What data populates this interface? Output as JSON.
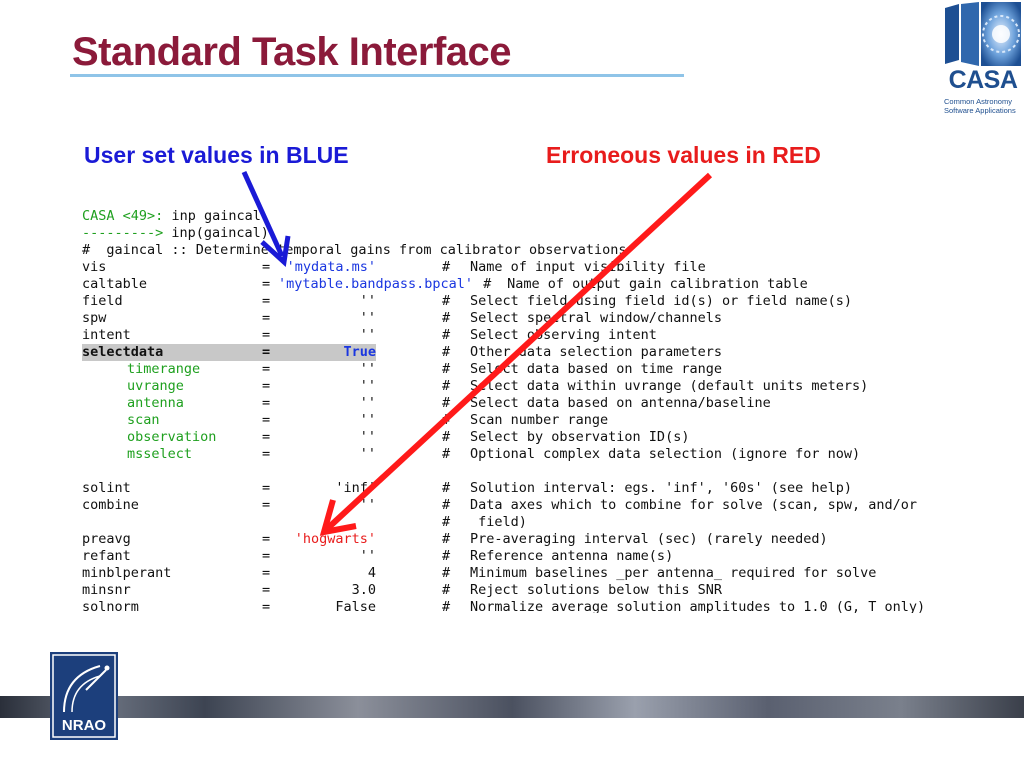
{
  "slide": {
    "title": "Standard Task Interface",
    "label_blue": "User set values in BLUE",
    "label_red": "Erroneous values in RED"
  },
  "logo": {
    "name": "CASA",
    "subtitle_line1": "Common Astronomy",
    "subtitle_line2": "Software Applications",
    "footer_logo": "NRAO"
  },
  "terminal": {
    "prompt_prefix": "CASA <",
    "prompt_num": "49",
    "prompt_suffix": ">: ",
    "prompt_cmd": "inp gaincal",
    "arrow_line_prefix": "---------> ",
    "arrow_line_cmd": "inp(gaincal)",
    "header": "#  gaincal :: Determine temporal gains from calibrator observations",
    "params": [
      {
        "name": "vis",
        "value": "'mydata.ms'",
        "style": "blue",
        "comment": "Name of input visibility file",
        "sub": false,
        "wide": false
      },
      {
        "name": "caltable",
        "value": "'mytable.bandpass.bpcal'",
        "style": "blue",
        "comment": "Name of output gain calibration table",
        "sub": false,
        "wide": true
      },
      {
        "name": "field",
        "value": "''",
        "style": "",
        "comment": "Select field using field id(s) or field name(s)",
        "sub": false,
        "wide": false
      },
      {
        "name": "spw",
        "value": "''",
        "style": "",
        "comment": "Select spectral window/channels",
        "sub": false,
        "wide": false
      },
      {
        "name": "intent",
        "value": "''",
        "style": "",
        "comment": "Select observing intent",
        "sub": false,
        "wide": false
      },
      {
        "name": "selectdata",
        "value": "True",
        "style": "blue",
        "comment": "Other data selection parameters",
        "sub": false,
        "wide": false,
        "highlight": true
      },
      {
        "name": "timerange",
        "value": "''",
        "style": "",
        "comment": "Select data based on time range",
        "sub": true,
        "wide": false
      },
      {
        "name": "uvrange",
        "value": "''",
        "style": "",
        "comment": "Select data within uvrange (default units meters)",
        "sub": true,
        "wide": false
      },
      {
        "name": "antenna",
        "value": "''",
        "style": "",
        "comment": "Select data based on antenna/baseline",
        "sub": true,
        "wide": false
      },
      {
        "name": "scan",
        "value": "''",
        "style": "",
        "comment": "Scan number range",
        "sub": true,
        "wide": false
      },
      {
        "name": "observation",
        "value": "''",
        "style": "",
        "comment": "Select by observation ID(s)",
        "sub": true,
        "wide": false
      },
      {
        "name": "msselect",
        "value": "''",
        "style": "",
        "comment": "Optional complex data selection (ignore for now)",
        "sub": true,
        "wide": false
      }
    ],
    "params2": [
      {
        "name": "solint",
        "value": "'inf'",
        "style": "",
        "comment": "Solution interval: egs. 'inf', '60s' (see help)",
        "sub": false,
        "wide": false
      },
      {
        "name": "combine",
        "value": "''",
        "style": "",
        "comment": "Data axes which to combine for solve (scan, spw, and/or",
        "sub": false,
        "wide": false
      },
      {
        "name": "",
        "value": "",
        "style": "",
        "comment": " field)",
        "sub": false,
        "wide": false,
        "cont": true
      },
      {
        "name": "preavg",
        "value": "'hogwarts'",
        "style": "red",
        "comment": "Pre-averaging interval (sec) (rarely needed)",
        "sub": false,
        "wide": false
      },
      {
        "name": "refant",
        "value": "''",
        "style": "",
        "comment": "Reference antenna name(s)",
        "sub": false,
        "wide": false
      },
      {
        "name": "minblperant",
        "value": "4",
        "style": "",
        "comment": "Minimum baselines _per antenna_ required for solve",
        "sub": false,
        "wide": false
      },
      {
        "name": "minsnr",
        "value": "3.0",
        "style": "",
        "comment": "Reject solutions below this SNR",
        "sub": false,
        "wide": false
      },
      {
        "name": "solnorm",
        "value": "False",
        "style": "",
        "comment": "Normalize average solution amplitudes to 1.0 (G, T only)",
        "sub": false,
        "wide": false
      }
    ],
    "equals": "=",
    "hash": "#"
  },
  "colors": {
    "title": "#8b1a3a",
    "user_set": "#1a36e0",
    "erroneous": "#e81c1c",
    "sub_param": "#1fa01f"
  }
}
